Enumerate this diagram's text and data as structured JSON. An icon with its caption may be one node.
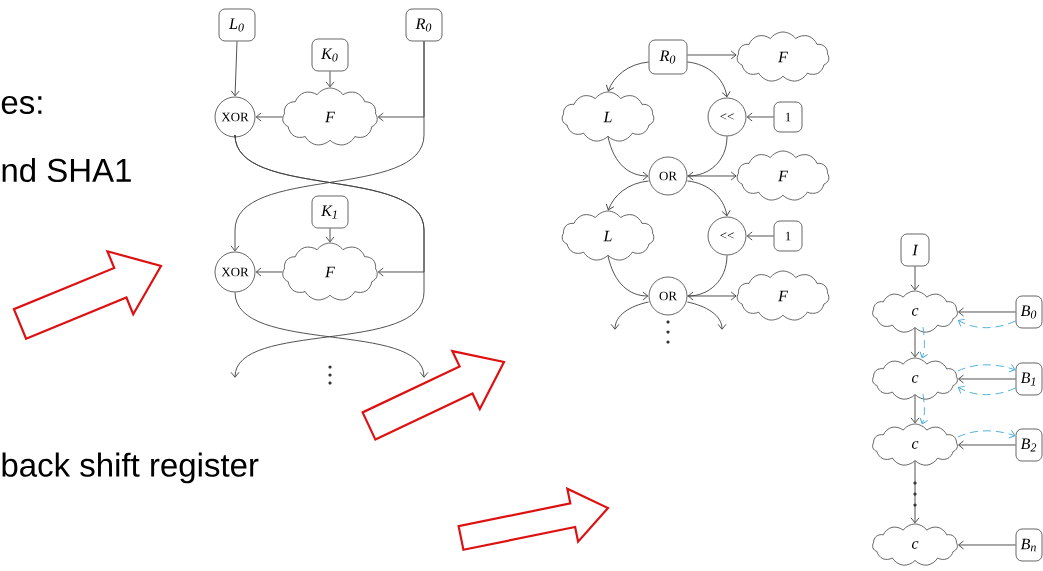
{
  "diagram": {
    "nodes": [
      {
        "text": [
          "L$_{0}$"
        ]
      },
      {
        "text": [
          "R$_{0}$"
        ]
      },
      {
        "text": [
          "K$_{0}$"
        ]
      },
      {
        "text": [
          "XOR"
        ]
      },
      {
        "text": [
          "F"
        ]
      },
      {
        "text": [
          "K$_{1}$"
        ]
      },
      {
        "text": [
          "XOR"
        ]
      },
      {
        "text": [
          "F"
        ]
      },
      {
        "text": [
          "R$_{0}$"
        ]
      },
      {
        "text": [
          "F"
        ]
      },
      {
        "text": [
          "L"
        ]
      },
      {
        "text": [
          "<<"
        ]
      },
      {
        "text": [
          "1"
        ]
      },
      {
        "text": [
          "OR"
        ]
      },
      {
        "text": [
          "F"
        ]
      },
      {
        "text": [
          "L"
        ]
      },
      {
        "text": [
          "<<"
        ]
      },
      {
        "text": [
          "1"
        ]
      },
      {
        "text": [
          "OR"
        ]
      },
      {
        "text": [
          "F"
        ]
      },
      {
        "text": [
          "I"
        ]
      },
      {
        "text": [
          "c"
        ]
      },
      {
        "text": [
          "B$_{0}$"
        ]
      },
      {
        "text": [
          "c"
        ]
      },
      {
        "text": [
          "B$_{1}$"
        ]
      },
      {
        "text": [
          "c"
        ]
      },
      {
        "text": [
          "B$_{2}$"
        ]
      },
      {
        "text": [
          "c"
        ]
      },
      {
        "text": [
          "B$_{n}$"
        ]
      }
    ],
    "edges": [
      {
        "from": 0,
        "to": 3,
        "arrow": "to"
      },
      {
        "from": 2,
        "to": 4,
        "arrow": "to"
      },
      {
        "from": 4,
        "to": 3,
        "arrow": "to"
      },
      {
        "from": 1,
        "to": 4,
        "arrow": "to"
      },
      {
        "from": 1,
        "to": 6,
        "arrow": "to"
      },
      {
        "from": 3,
        "to": 7,
        "arrow": "to"
      },
      {
        "from": 5,
        "to": 7,
        "arrow": "to"
      },
      {
        "from": 7,
        "to": 6,
        "arrow": "to"
      },
      {
        "from": 6,
        "to": null,
        "arrow": "to"
      },
      {
        "from": 3,
        "to": null,
        "arrow": "to"
      },
      {
        "from": 8,
        "to": 9,
        "arrow": "to"
      },
      {
        "from": 8,
        "to": 10,
        "arrow": "to"
      },
      {
        "from": 8,
        "to": 11,
        "arrow": "to"
      },
      {
        "from": 12,
        "to": 11,
        "arrow": "to"
      },
      {
        "from": 10,
        "to": 13,
        "arrow": "to"
      },
      {
        "from": 11,
        "to": 13,
        "arrow": "to"
      },
      {
        "from": 13,
        "to": 14,
        "arrow": "to"
      },
      {
        "from": 13,
        "to": 15,
        "arrow": "to"
      },
      {
        "from": 13,
        "to": 16,
        "arrow": "to"
      },
      {
        "from": 17,
        "to": 16,
        "arrow": "to"
      },
      {
        "from": 15,
        "to": 18,
        "arrow": "to"
      },
      {
        "from": 16,
        "to": 18,
        "arrow": "to"
      },
      {
        "from": 18,
        "to": 19,
        "arrow": "to"
      },
      {
        "from": 18,
        "to": null,
        "arrow": "to"
      },
      {
        "from": 18,
        "to": null,
        "arrow": "to"
      },
      {
        "from": 20,
        "to": 21,
        "arrow": "to"
      },
      {
        "from": 22,
        "to": 21,
        "arrow": "to"
      },
      {
        "from": 21,
        "to": 23,
        "arrow": "to"
      },
      {
        "from": 24,
        "to": 23,
        "arrow": "to"
      },
      {
        "from": 23,
        "to": 25,
        "arrow": "to"
      },
      {
        "from": 26,
        "to": 25,
        "arrow": "to"
      },
      {
        "from": 25,
        "to": 27,
        "arrow": "to"
      },
      {
        "from": 28,
        "to": 27,
        "arrow": "to"
      },
      {
        "from": 22,
        "to": 21,
        "arrow": "to",
        "style": "dashed",
        "color": "#3fa9d8"
      },
      {
        "from": 21,
        "to": 23,
        "arrow": "to",
        "style": "dashed",
        "color": "#3fa9d8"
      },
      {
        "from": 23,
        "to": 24,
        "arrow": "to",
        "style": "dashed",
        "color": "#3fa9d8"
      },
      {
        "from": 24,
        "to": 23,
        "arrow": "to",
        "style": "dashed",
        "color": "#3fa9d8"
      },
      {
        "from": 23,
        "to": 25,
        "arrow": "to",
        "style": "dashed",
        "color": "#3fa9d8"
      },
      {
        "from": 25,
        "to": 26,
        "arrow": "to",
        "style": "dashed",
        "color": "#3fa9d8"
      }
    ],
    "labels": [
      "es:",
      "nd SHA1",
      "back shift register"
    ]
  }
}
